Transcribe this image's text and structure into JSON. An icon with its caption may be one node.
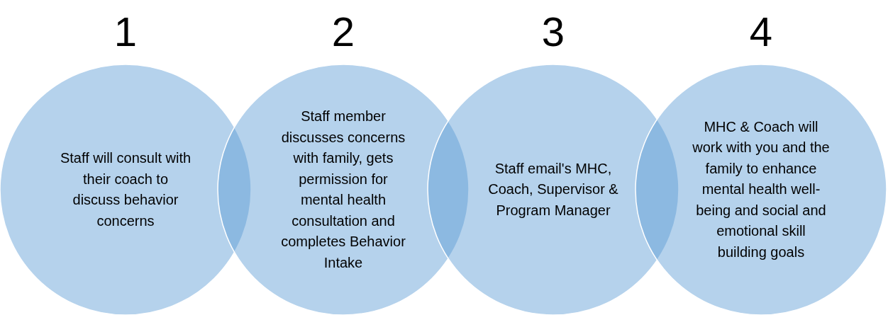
{
  "diagram": {
    "nodes": [
      {
        "text": [
          "1",
          "Staff will consult with their coach to discuss behavior concerns"
        ]
      },
      {
        "text": [
          "2",
          "Staff member discusses concerns with family, gets permission for mental health consultation and completes Behavior Intake"
        ]
      },
      {
        "text": [
          "3",
          "Staff email's MHC, Coach, Supervisor & Program Manager"
        ]
      },
      {
        "text": [
          "4",
          "MHC & Coach will work with you and the family to enhance mental health well-being and social and emotional skill building goals"
        ]
      }
    ]
  }
}
